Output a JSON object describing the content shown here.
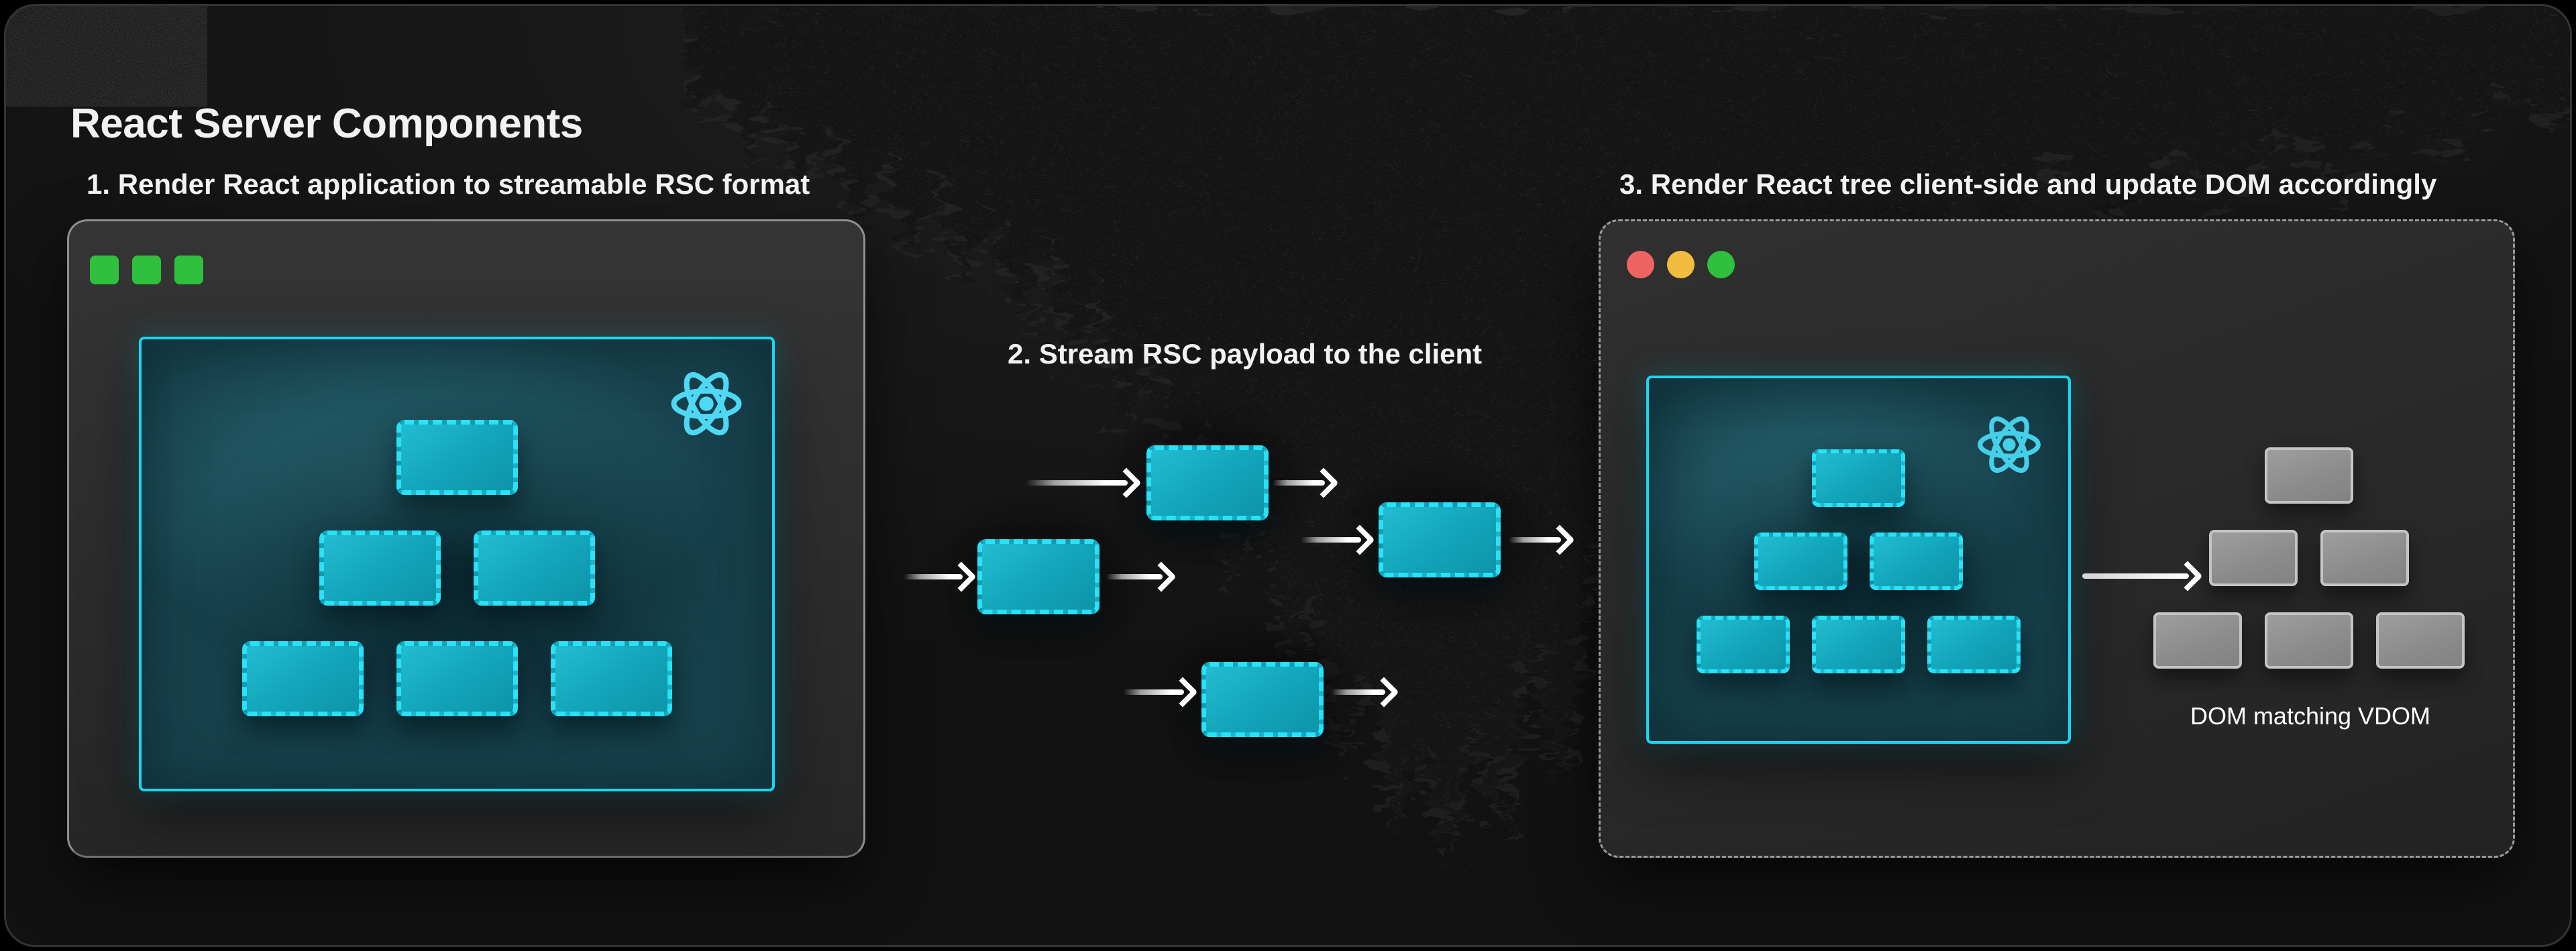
{
  "title": "React Server Components",
  "steps": [
    {
      "label": "1. Render React application to streamable RSC format"
    },
    {
      "label": "2. Stream RSC payload to the client"
    },
    {
      "label": "3. Render React tree client-side and update DOM accordingly"
    }
  ],
  "client": {
    "dom_caption": "DOM matching VDOM"
  },
  "trees": {
    "server_tree": {
      "rows": [
        1,
        2,
        3
      ]
    },
    "vdom_tree": {
      "rows": [
        1,
        2,
        3
      ]
    },
    "dom_tree": {
      "rows": [
        1,
        2,
        3
      ]
    }
  },
  "stream": {
    "chunk_count": 4
  },
  "window_controls": {
    "server": [
      "green",
      "green",
      "green"
    ],
    "client": [
      "red",
      "amber",
      "green"
    ]
  },
  "icons": {
    "server_logo": "react-atom-icon",
    "client_logo": "react-atom-icon"
  },
  "colors": {
    "accent_cyan": "#22dcf2",
    "node_teal": "#12a4b9",
    "panel_teal": "#205762",
    "traffic_green": "#2fc13d",
    "traffic_red": "#ef6360",
    "traffic_amber": "#f2bc3e",
    "dom_gray": "#8f8f8f",
    "background": "#1a1a1a"
  }
}
